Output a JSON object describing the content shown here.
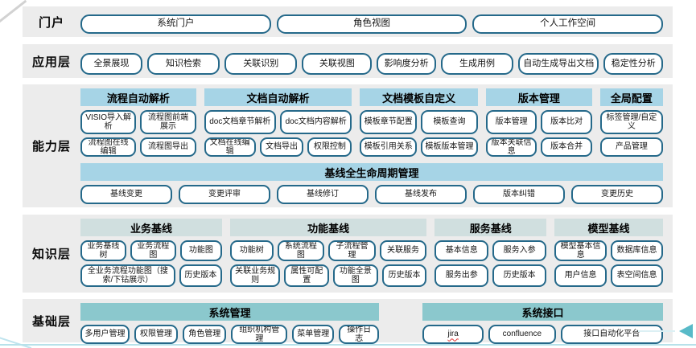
{
  "colors": {
    "band_background": "#ececec",
    "node_border": "#25698a",
    "capability_header": "#a6d4e6",
    "knowledge_header": "#d0dfdf",
    "foundation_header": "#8bc8cd",
    "bottom_arrow": "#58bac8",
    "misspell_underline": "#e03131"
  },
  "portal": {
    "label": "门户",
    "buttons": [
      "系统门户",
      "角色视图",
      "个人工作空间"
    ]
  },
  "app": {
    "label": "应用层",
    "buttons": [
      "全景展现",
      "知识检索",
      "关联识别",
      "关联视图",
      "影响度分析",
      "生成用例",
      "自动生成导出文档",
      "稳定性分析"
    ]
  },
  "capability": {
    "label": "能力层",
    "groups": [
      {
        "title": "流程自动解析",
        "row1": [
          "VISIO导入解析",
          "流程图前端展示"
        ],
        "row2": [
          "流程图在线编辑",
          "流程图导出"
        ]
      },
      {
        "title": "文档自动解析",
        "row1": [
          "doc文档章节解析",
          "doc文档内容解析"
        ],
        "row2": [
          "文档在线编辑",
          "文档导出",
          "权限控制"
        ]
      },
      {
        "title": "文档模板自定义",
        "row1": [
          "模板章节配置",
          "模板查询"
        ],
        "row2": [
          "模板引用关系",
          "模板版本管理"
        ]
      },
      {
        "title": "版本管理",
        "row1": [
          "版本管理",
          "版本比对"
        ],
        "row2": [
          "版本关联信息",
          "版本合并"
        ]
      },
      {
        "title": "全局配置",
        "row1": [
          "标签管理/自定义"
        ],
        "row2": [
          "产品管理"
        ]
      }
    ],
    "baseline": {
      "title": "基线全生命周期管理",
      "buttons": [
        "基线变更",
        "变更评审",
        "基线修订",
        "基线发布",
        "版本纠错",
        "变更历史"
      ]
    }
  },
  "knowledge": {
    "label": "知识层",
    "groups": [
      {
        "title": "业务基线",
        "row1": [
          "业务基线树",
          "业务流程图",
          "功能图"
        ],
        "row2": [
          "全业务流程功能图（搜索/下钻展示）",
          "历史版本"
        ]
      },
      {
        "title": "功能基线",
        "row1": [
          "功能树",
          "系统流程图",
          "子流程管理",
          "关联服务"
        ],
        "row2": [
          "关联业务规则",
          "属性可配置",
          "功能全景图",
          "历史版本"
        ]
      },
      {
        "title": "服务基线",
        "row1": [
          "基本信息",
          "服务入参"
        ],
        "row2": [
          "服务出参",
          "历史版本"
        ]
      },
      {
        "title": "模型基线",
        "row1": [
          "模型基本信息",
          "数据库信息"
        ],
        "row2": [
          "用户信息",
          "表空间信息"
        ]
      }
    ]
  },
  "foundation": {
    "label": "基础层",
    "groups": [
      {
        "title": "系统管理",
        "buttons": [
          "多用户管理",
          "权限管理",
          "角色管理",
          "组织机构管理",
          "菜单管理",
          "操作日志"
        ]
      },
      {
        "title": "系统接口",
        "buttons": [
          "jira",
          "confluence",
          "接口自动化平台"
        ]
      }
    ]
  }
}
